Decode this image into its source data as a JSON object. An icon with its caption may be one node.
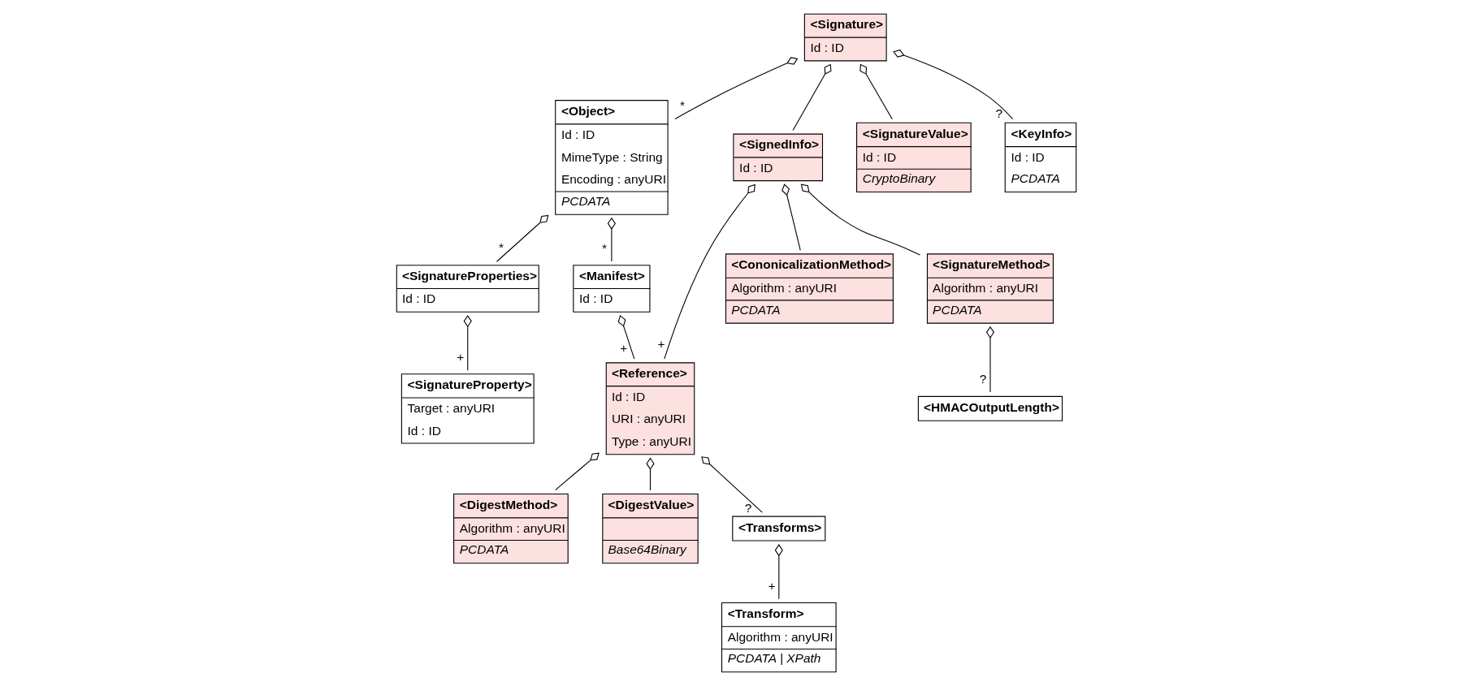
{
  "diagram": {
    "nodes": [
      {
        "text": [
          "<Signature>",
          "Id : ID"
        ]
      },
      {
        "text": [
          "<Object>",
          "Id : ID",
          "MimeType : String",
          "Encoding : anyURI",
          "PCDATA"
        ]
      },
      {
        "text": [
          "<SignedInfo>",
          "Id : ID"
        ]
      },
      {
        "text": [
          "<SignatureValue>",
          "Id : ID",
          "CryptoBinary"
        ]
      },
      {
        "text": [
          "<KeyInfo>",
          "Id : ID",
          "PCDATA"
        ]
      },
      {
        "text": [
          "<SignatureProperties>",
          "Id : ID"
        ]
      },
      {
        "text": [
          "<Manifest>",
          "Id : ID"
        ]
      },
      {
        "text": [
          "<Reference>",
          "Id : ID",
          "URI : anyURI",
          "Type : anyURI"
        ]
      },
      {
        "text": [
          "<CononicalizationMethod>",
          "Algorithm : anyURI",
          "PCDATA"
        ]
      },
      {
        "text": [
          "<SignatureMethod>",
          "Algorithm : anyURI",
          "PCDATA"
        ]
      },
      {
        "text": [
          "<SignatureProperty>",
          "Target : anyURI",
          "Id : ID"
        ]
      },
      {
        "text": [
          "<HMACOutputLength>"
        ]
      },
      {
        "text": [
          "<DigestMethod>",
          "Algorithm : anyURI",
          "PCDATA"
        ]
      },
      {
        "text": [
          "<DigestValue>",
          "Base64Binary"
        ]
      },
      {
        "text": [
          "<Transforms>"
        ]
      },
      {
        "text": [
          "<Transform>",
          "Algorithm : anyURI",
          "PCDATA | XPath"
        ]
      }
    ],
    "edges": [
      {
        "from": 0,
        "to": 1,
        "arrow": "other",
        "label": "*"
      },
      {
        "from": 0,
        "to": 2,
        "arrow": "other"
      },
      {
        "from": 0,
        "to": 3,
        "arrow": "other"
      },
      {
        "from": 0,
        "to": 4,
        "arrow": "other",
        "label": "?"
      },
      {
        "from": 1,
        "to": 5,
        "arrow": "other",
        "label": "*"
      },
      {
        "from": 1,
        "to": 6,
        "arrow": "other",
        "label": "*"
      },
      {
        "from": 5,
        "to": 10,
        "arrow": "other",
        "label": "+"
      },
      {
        "from": 6,
        "to": 7,
        "arrow": "other",
        "label": "+"
      },
      {
        "from": 2,
        "to": 7,
        "arrow": "other",
        "label": "+"
      },
      {
        "from": 2,
        "to": 8,
        "arrow": "other"
      },
      {
        "from": 2,
        "to": 9,
        "arrow": "other"
      },
      {
        "from": 9,
        "to": 11,
        "arrow": "other",
        "label": "?"
      },
      {
        "from": 7,
        "to": 12,
        "arrow": "other"
      },
      {
        "from": 7,
        "to": 13,
        "arrow": "other"
      },
      {
        "from": 7,
        "to": 14,
        "arrow": "other",
        "label": "?"
      },
      {
        "from": 14,
        "to": 15,
        "arrow": "other",
        "label": "+"
      }
    ]
  }
}
